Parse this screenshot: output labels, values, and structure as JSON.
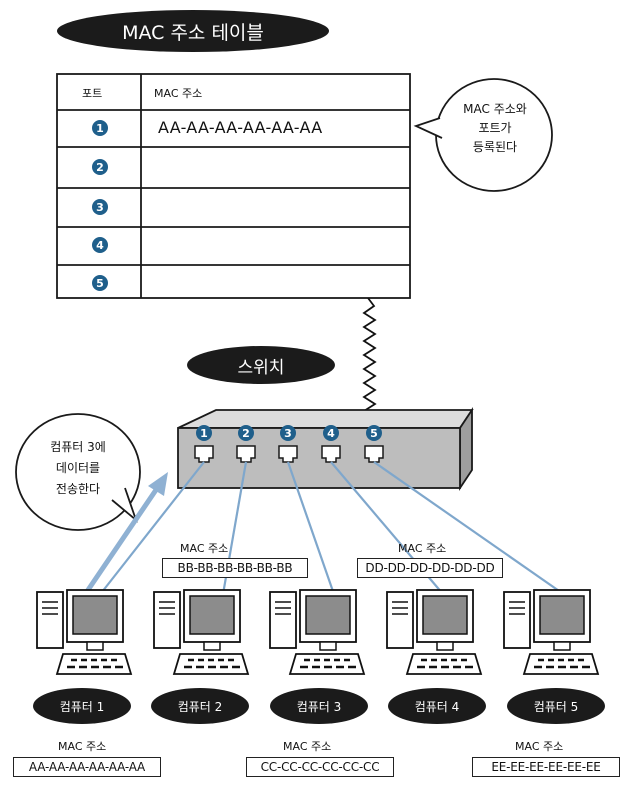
{
  "table_title": "MAC 주소 테이블",
  "table": {
    "header_port": "포트",
    "header_mac": "MAC 주소",
    "rows": [
      {
        "port": "1",
        "mac": "AA-AA-AA-AA-AA-AA"
      },
      {
        "port": "2",
        "mac": ""
      },
      {
        "port": "3",
        "mac": ""
      },
      {
        "port": "4",
        "mac": ""
      },
      {
        "port": "5",
        "mac": ""
      }
    ]
  },
  "bubble_register": [
    "MAC 주소와",
    "포트가",
    "등록된다"
  ],
  "switch_label": "스위치",
  "switch_ports": [
    "1",
    "2",
    "3",
    "4",
    "5"
  ],
  "bubble_send": [
    "컴퓨터 3에",
    "데이터를",
    "전송한다"
  ],
  "mac_label": "MAC 주소",
  "addresses": {
    "pc1": "AA-AA-AA-AA-AA-AA",
    "pc2": "BB-BB-BB-BB-BB-BB",
    "pc3": "CC-CC-CC-CC-CC-CC",
    "pc4": "DD-DD-DD-DD-DD-DD",
    "pc5": "EE-EE-EE-EE-EE-EE"
  },
  "computers": [
    "컴퓨터 1",
    "컴퓨터 2",
    "컴퓨터 3",
    "컴퓨터 4",
    "컴퓨터 5"
  ],
  "colors": {
    "pill": "#1b1b1b",
    "port_badge": "#1f5f8b",
    "cable": "#6f9cc4",
    "arrow": "#8fb1d3",
    "switch_top": "#d9d9d9",
    "switch_front": "#b3b3b3"
  }
}
